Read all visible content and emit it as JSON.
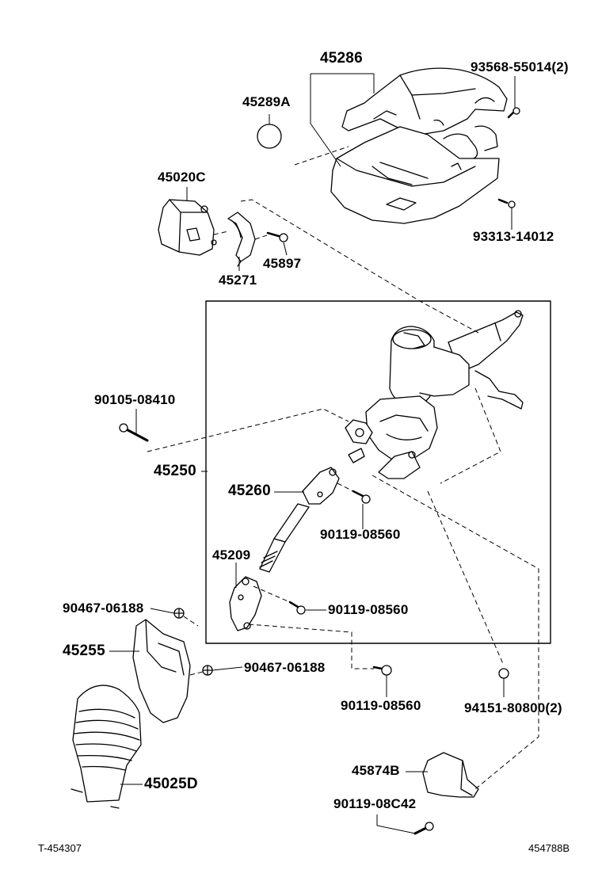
{
  "labels": {
    "p45286": "45286",
    "p93568": "93568-55014(2)",
    "p45289A": "45289A",
    "p93313": "93313-14012",
    "p45020C": "45020C",
    "p45897": "45897",
    "p45271": "45271",
    "p90105": "90105-08410",
    "p45250": "45250",
    "p45260": "45260",
    "p90119a": "90119-08560",
    "p45209": "45209",
    "p90119b": "90119-08560",
    "p90467a": "90467-06188",
    "p45255": "45255",
    "p90467b": "90467-06188",
    "p90119c": "90119-08560",
    "p94151": "94151-80800(2)",
    "p45874B": "45874B",
    "p45025D": "45025D",
    "p90119d": "90119-08C42"
  },
  "footer": {
    "left_code": "T-454307",
    "right_code": "454788B"
  }
}
